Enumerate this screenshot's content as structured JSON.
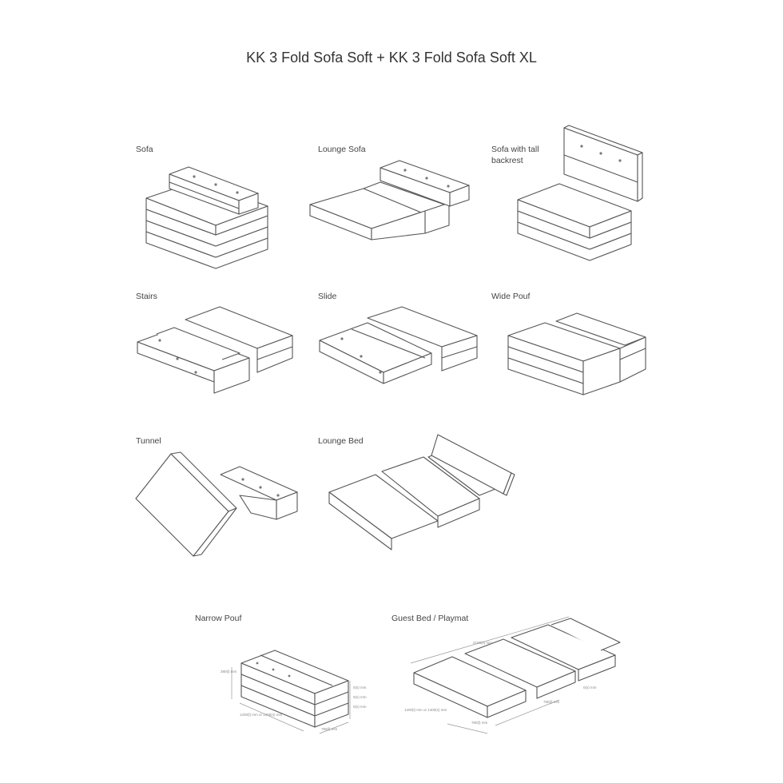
{
  "title": "KK 3 Fold Sofa Soft + KK 3 Fold Sofa Soft XL",
  "configs": [
    {
      "id": "sofa",
      "label": "Sofa"
    },
    {
      "id": "lounge-sofa",
      "label": "Lounge Sofa"
    },
    {
      "id": "sofa-tall",
      "label": "Sofa with tall backrest"
    },
    {
      "id": "stairs",
      "label": "Stairs"
    },
    {
      "id": "slide",
      "label": "Slide"
    },
    {
      "id": "wide-pouf",
      "label": "Wide Pouf"
    },
    {
      "id": "tunnel",
      "label": "Tunnel"
    },
    {
      "id": "lounge-bed",
      "label": "Lounge Bed"
    },
    {
      "id": "narrow-pouf",
      "label": "Narrow Pouf"
    },
    {
      "id": "guest-bed",
      "label": "Guest Bed / Playmat"
    }
  ],
  "dimensions": {
    "narrow_pouf": {
      "height": "380(l) mm",
      "layers": [
        "0(s) mm",
        "0(s) mm",
        "0(s) mm"
      ],
      "depth": "1200(l) mm\nor 1400(s) mm",
      "width": "780(l) mm"
    },
    "guest_bed": {
      "length": "2100(s) mm",
      "depth": "1200(l) mm\nor 1400(s) mm",
      "width": "780(l) mm",
      "thickness": "0(s) mm"
    }
  }
}
